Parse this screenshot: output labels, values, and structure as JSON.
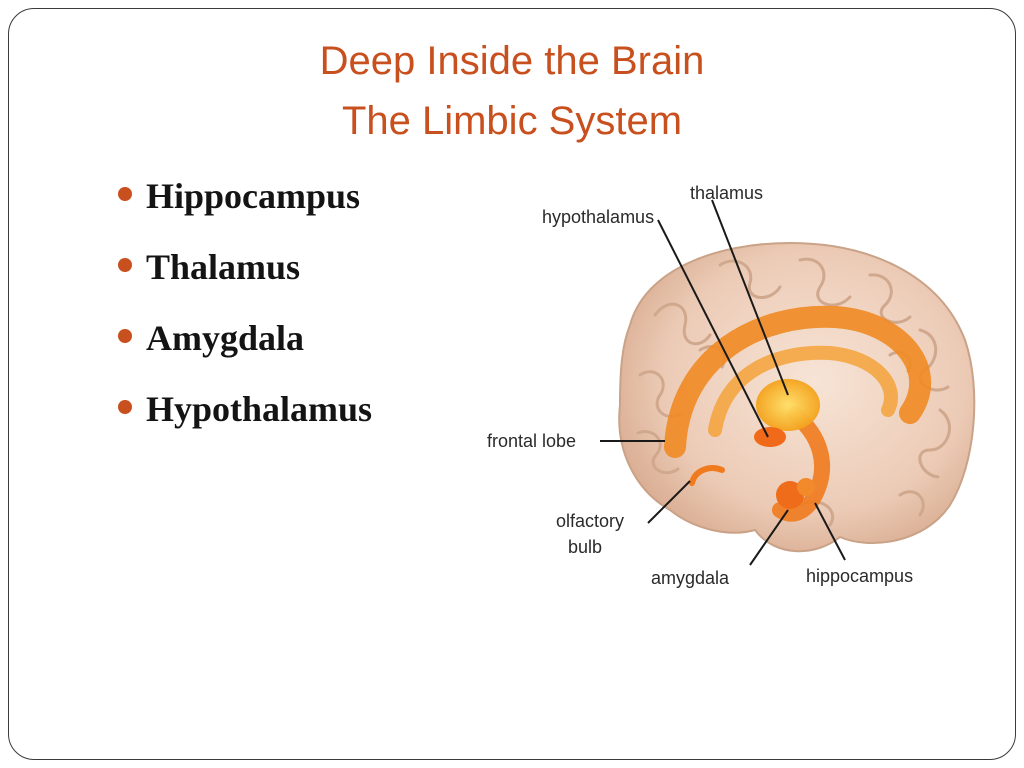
{
  "slide": {
    "title_line1": "Deep Inside the Brain",
    "title_line2": "The Limbic System",
    "accent_color": "#c8501e",
    "bullets": [
      "Hippocampus",
      "Thalamus",
      "Amygdala",
      "Hypothalamus"
    ]
  },
  "diagram": {
    "labels": {
      "thalamus": "thalamus",
      "hypothalamus": "hypothalamus",
      "frontal_lobe": "frontal lobe",
      "olfactory_line1": "olfactory",
      "olfactory_line2": "bulb",
      "amygdala": "amygdala",
      "hippocampus": "hippocampus"
    }
  }
}
